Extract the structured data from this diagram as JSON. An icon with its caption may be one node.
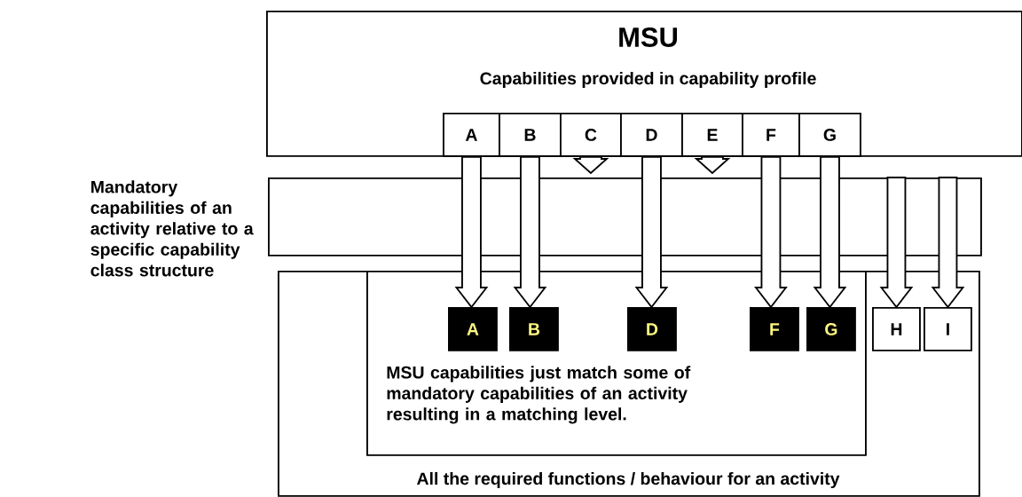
{
  "diagram": {
    "nodes": [
      {
        "text": [
          "MSU",
          "Capabilities provided in capability profile"
        ]
      },
      {
        "text": [
          "A"
        ],
        "in": 0
      },
      {
        "text": [
          "B"
        ],
        "in": 0
      },
      {
        "text": [
          "C"
        ],
        "in": 0
      },
      {
        "text": [
          "D"
        ],
        "in": 0
      },
      {
        "text": [
          "E"
        ],
        "in": 0
      },
      {
        "text": [
          "F"
        ],
        "in": 0
      },
      {
        "text": [
          "G"
        ],
        "in": 0
      },
      {
        "text": [
          "Mandatory capabilities of an activity relative to a specific capability class structure"
        ]
      },
      {
        "text": [
          "All the required functions / behaviour for an activity"
        ]
      },
      {
        "text": [
          "MSU capabilities just match some of mandatory capabilities of an activity resulting in a matching level."
        ],
        "in": 9
      },
      {
        "text": [
          "A"
        ],
        "in": 10
      },
      {
        "text": [
          "B"
        ],
        "in": 10
      },
      {
        "text": [
          "D"
        ],
        "in": 10
      },
      {
        "text": [
          "F"
        ],
        "in": 10
      },
      {
        "text": [
          "G"
        ],
        "in": 10
      },
      {
        "text": [
          "H"
        ],
        "in": 9
      },
      {
        "text": [
          "I"
        ],
        "in": 9
      }
    ],
    "edges": [
      {
        "from": 1,
        "to": 11,
        "arrow": "to"
      },
      {
        "from": 2,
        "to": 12,
        "arrow": "to"
      },
      {
        "from": 3,
        "to": 8,
        "arrow": "to"
      },
      {
        "from": 4,
        "to": 13,
        "arrow": "to"
      },
      {
        "from": 5,
        "to": 8,
        "arrow": "to"
      },
      {
        "from": 6,
        "to": 14,
        "arrow": "to"
      },
      {
        "from": 7,
        "to": 15,
        "arrow": "to"
      },
      {
        "from": 8,
        "to": 16,
        "arrow": "to"
      },
      {
        "from": 8,
        "to": 17,
        "arrow": "to"
      }
    ]
  }
}
